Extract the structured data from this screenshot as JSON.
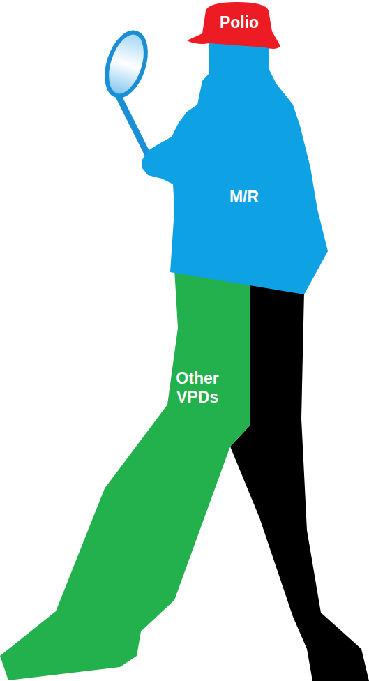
{
  "diagram": {
    "nodes": [
      {
        "text": [
          "Polio"
        ]
      },
      {
        "text": [
          "M/R"
        ]
      },
      {
        "text": [
          "Other VPDs"
        ]
      }
    ]
  }
}
